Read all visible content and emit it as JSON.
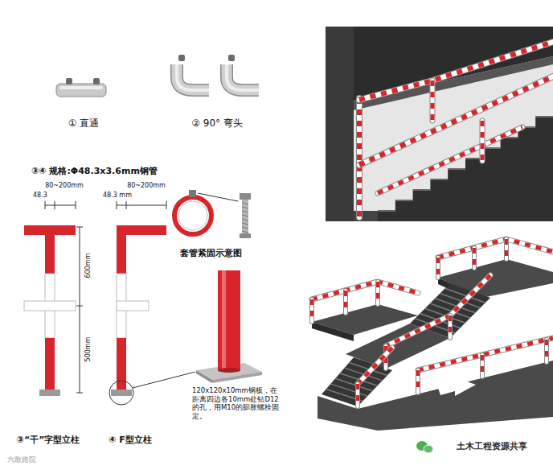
{
  "diagram": {
    "labels": [
      "① 直通",
      "② 90° 弯头",
      "③④ 规格:Φ48.3x3.6mm钢管",
      "48.3",
      "80~200mm",
      "48.3 mm",
      "80~200mm",
      "600mm",
      "500mm",
      "套管紧固示意图",
      "120x120x10mm钢板，在距离四边各10mm处钻D12的孔，用M10的膨胀螺栓固定。",
      "③“干”字型立柱",
      "④ F型立柱",
      "土木工程资源共享",
      "六敢路院"
    ]
  }
}
